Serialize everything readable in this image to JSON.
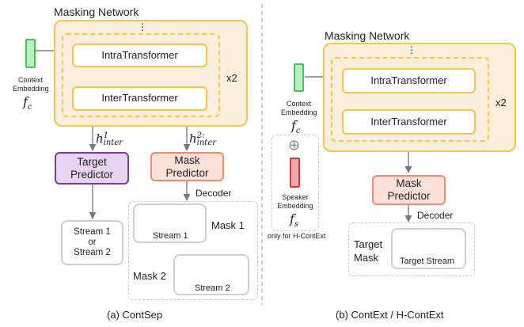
{
  "left": {
    "network_title": "Masking Network",
    "intra": "IntraTransformer",
    "inter": "InterTransformer",
    "repeat": "x2",
    "ellipsis": "⋮",
    "context_embedding": "Context\nEmbedding",
    "fc_symbol": "f",
    "fc_sub": "c",
    "h1_base": "h",
    "h1_sup": "1",
    "h1_sub": "inter",
    "h2_base": "h",
    "h2_sup": "2:",
    "h2_sub": "inter",
    "target_predictor": "Target\nPredictor",
    "mask_predictor": "Mask\nPredictor",
    "decoder": "Decoder",
    "stream_choice": "Stream 1\nor\nStream 2",
    "stream1": "Stream 1",
    "stream2": "Stream 2",
    "mask1": "Mask 1",
    "mask2": "Mask 2",
    "caption": "(a) ContSep"
  },
  "right": {
    "network_title": "Masking Network",
    "intra": "IntraTransformer",
    "inter": "InterTransformer",
    "repeat": "x2",
    "ellipsis": "⋮",
    "context_embedding": "Context\nEmbedding",
    "fc_symbol": "f",
    "fc_sub": "c",
    "oplus": "⊕",
    "speaker_embedding": "Speaker\nEmbedding",
    "fs_symbol": "f",
    "fs_sub": "s",
    "only_hcontext": "only for H-ContExt",
    "mask_predictor": "Mask\nPredictor",
    "decoder": "Decoder",
    "target_mask": "Target\nMask",
    "target_stream": "Target Stream",
    "caption": "(b) ContExt / H-ContExt"
  },
  "colors": {
    "network_fill": "#fbeedd",
    "network_border": "#f2c84b",
    "context_embedding": "#b8f0c2",
    "speaker_embedding": "#f3a7a7",
    "target_predictor": "#e7d4f2",
    "mask_predictor": "#fbe1d8",
    "stream1_wave": "#5e8a2a",
    "stream2_wave": "#d0651a"
  }
}
